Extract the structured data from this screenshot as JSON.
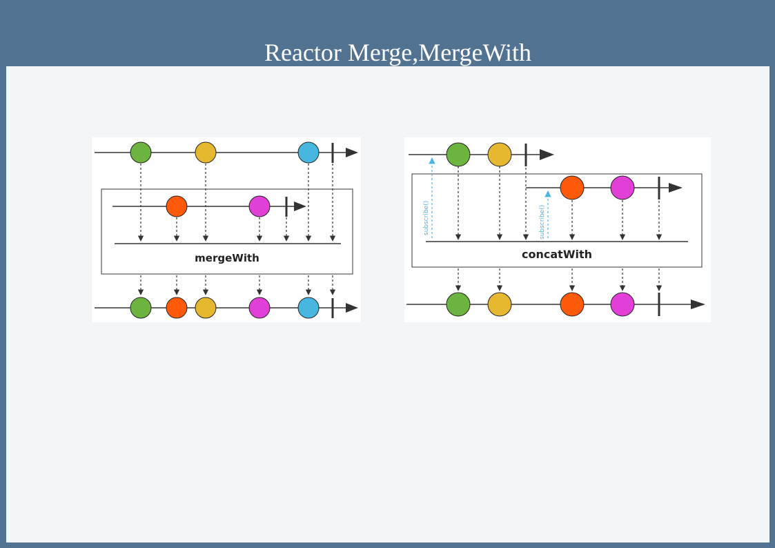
{
  "title": "Reactor Merge,MergeWith",
  "colors": {
    "green": "#6db33f",
    "yellow": "#e6b830",
    "blue": "#48b7df",
    "orange": "#ff5a0a",
    "magenta": "#e13fd5",
    "line": "#333333",
    "subscribe": "#48b7df"
  },
  "merge_diagram": {
    "operator_label": "mergeWith"
  },
  "concat_diagram": {
    "operator_label": "concatWith",
    "subscribe_label_1": "subscribe()",
    "subscribe_label_2": "subscribe()"
  }
}
